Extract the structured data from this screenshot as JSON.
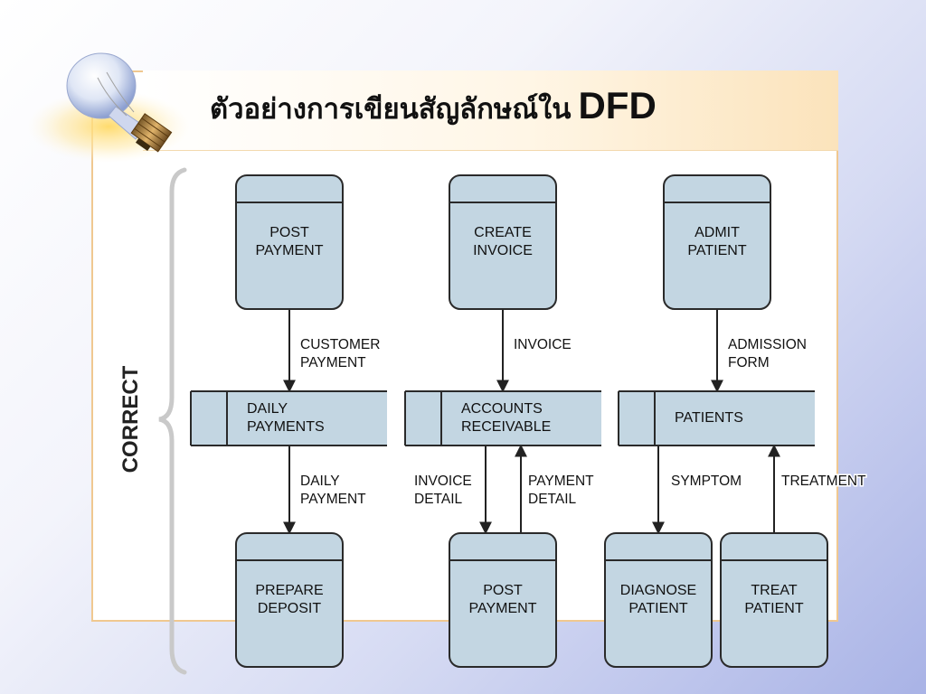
{
  "slide": {
    "title": "ตัวอย่างการเขียนสัญลักษณ์ใน",
    "title_suffix": "DFD",
    "side_label": "CORRECT"
  },
  "colors": {
    "process_fill": "#c3d6e2",
    "store_fill": "#c3d6e2",
    "stroke": "#2a2a2a",
    "panel_border": "#f0c890"
  },
  "diagram": {
    "processes": [
      {
        "id": "post-payment-1",
        "lines": [
          "POST",
          "PAYMENT"
        ]
      },
      {
        "id": "create-invoice",
        "lines": [
          "CREATE",
          "INVOICE"
        ]
      },
      {
        "id": "admit-patient",
        "lines": [
          "ADMIT",
          "PATIENT"
        ]
      },
      {
        "id": "prepare-deposit",
        "lines": [
          "PREPARE",
          "DEPOSIT"
        ]
      },
      {
        "id": "post-payment-2",
        "lines": [
          "POST",
          "PAYMENT"
        ]
      },
      {
        "id": "diagnose-patient",
        "lines": [
          "DIAGNOSE",
          "PATIENT"
        ]
      },
      {
        "id": "treat-patient",
        "lines": [
          "TREAT",
          "PATIENT"
        ]
      }
    ],
    "stores": [
      {
        "id": "daily-payments",
        "lines": [
          "DAILY",
          "PAYMENTS"
        ]
      },
      {
        "id": "accounts-receivable",
        "lines": [
          "ACCOUNTS",
          "RECEIVABLE"
        ]
      },
      {
        "id": "patients",
        "lines": [
          "PATIENTS"
        ]
      }
    ],
    "flows": [
      {
        "id": "customer-payment",
        "lines": [
          "CUSTOMER",
          "PAYMENT"
        ]
      },
      {
        "id": "invoice",
        "lines": [
          "INVOICE"
        ]
      },
      {
        "id": "admission-form",
        "lines": [
          "ADMISSION",
          "FORM"
        ]
      },
      {
        "id": "daily-payment",
        "lines": [
          "DAILY",
          "PAYMENT"
        ]
      },
      {
        "id": "invoice-detail",
        "lines": [
          "INVOICE",
          "DETAIL"
        ]
      },
      {
        "id": "payment-detail",
        "lines": [
          "PAYMENT",
          "DETAIL"
        ]
      },
      {
        "id": "symptom",
        "lines": [
          "SYMPTOM"
        ]
      },
      {
        "id": "treatment",
        "lines": [
          "TREATMENT"
        ]
      }
    ]
  }
}
